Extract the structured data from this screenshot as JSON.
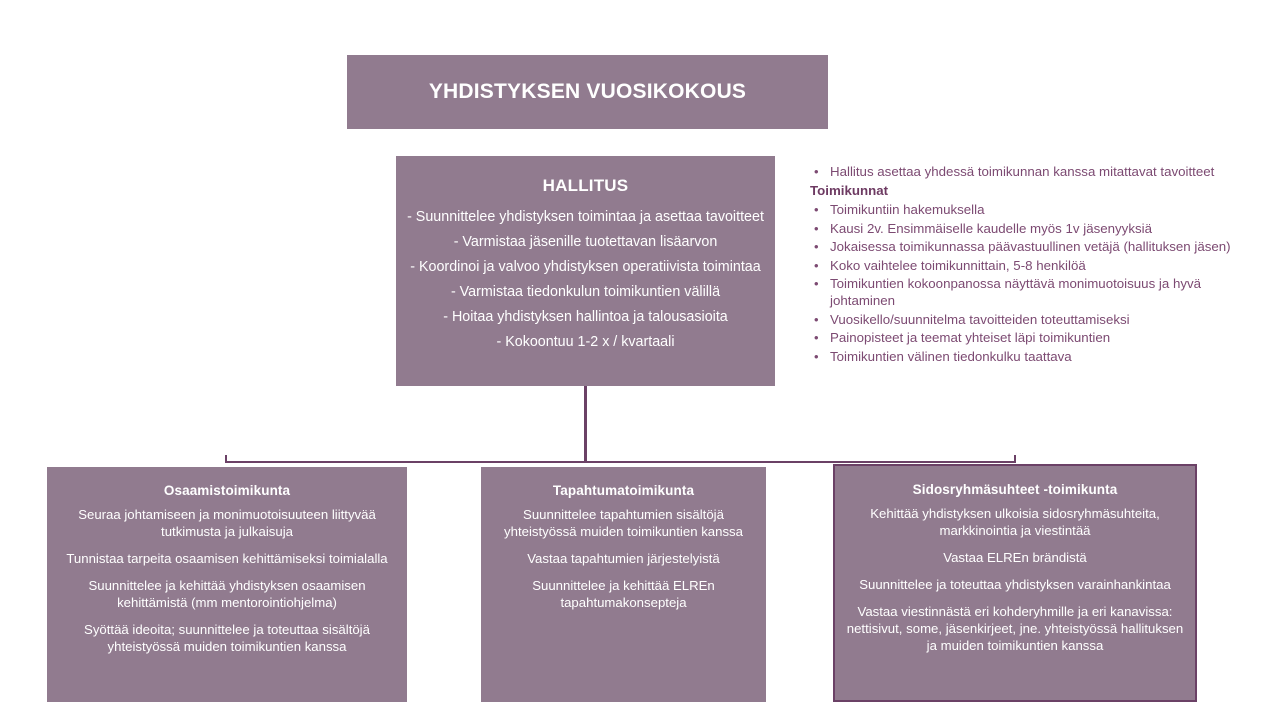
{
  "colors": {
    "box_fill": "#917b8f",
    "box_border": "#6b4166",
    "connector": "#6b4166",
    "box_text": "#ffffff",
    "note_text": "#7c4a72",
    "note_heading": "#6d3a62",
    "background": "#ffffff"
  },
  "title_box": {
    "text": "YHDISTYKSEN VUOSIKOKOUS"
  },
  "hallitus_box": {
    "heading": "HALLITUS",
    "lines": [
      "-  Suunnittelee yhdistyksen toimintaa ja asettaa tavoitteet",
      "- Varmistaa jäsenille tuotettavan lisäarvon",
      "- Koordinoi ja valvoo yhdistyksen operatiivista toimintaa",
      "- Varmistaa tiedonkulun toimikuntien välillä",
      "- Hoitaa yhdistyksen hallintoa ja talousasioita",
      "- Kokoontuu 1-2 x / kvartaali"
    ]
  },
  "notes_panel": {
    "rows": [
      {
        "type": "bullet",
        "text": "Hallitus asettaa yhdessä toimikunnan kanssa mitattavat tavoitteet"
      },
      {
        "type": "heading",
        "text": "Toimikunnat"
      },
      {
        "type": "bullet",
        "text": "Toimikuntiin hakemuksella"
      },
      {
        "type": "bullet",
        "text": "Kausi  2v. Ensimmäiselle kaudelle myös 1v jäsenyyksiä"
      },
      {
        "type": "bullet",
        "text": "Jokaisessa toimikunnassa päävastuullinen vetäjä (hallituksen jäsen)"
      },
      {
        "type": "bullet",
        "text": "Koko vaihtelee toimikunnittain, 5-8 henkilöä"
      },
      {
        "type": "bullet",
        "text": "Toimikuntien kokoonpanossa näyttävä monimuotoisuus ja hyvä johtaminen"
      },
      {
        "type": "bullet",
        "text": "Vuosikello/suunnitelma tavoitteiden toteuttamiseksi"
      },
      {
        "type": "bullet",
        "text": "Painopisteet ja teemat yhteiset läpi toimikuntien"
      },
      {
        "type": "bullet",
        "text": "Toimikuntien välinen tiedonkulku taattava"
      }
    ],
    "bullet_glyph": "•"
  },
  "committees": [
    {
      "title": "Osaamistoimikunta",
      "items": [
        "Seuraa johtamiseen ja monimuotoisuuteen liittyvää tutkimusta ja julkaisuja",
        "Tunnistaa tarpeita osaamisen kehittämiseksi toimialalla",
        "Suunnittelee ja kehittää yhdistyksen osaamisen kehittämistä (mm mentorointiohjelma)",
        "Syöttää ideoita; suunnittelee ja toteuttaa sisältöjä yhteistyössä muiden toimikuntien kanssa"
      ]
    },
    {
      "title": "Tapahtumatoimikunta",
      "items": [
        "Suunnittelee tapahtumien sisältöjä yhteistyössä muiden toimikuntien kanssa",
        "Vastaa tapahtumien järjestelyistä",
        "Suunnittelee ja kehittää ELREn tapahtumakonsepteja"
      ]
    },
    {
      "title": "Sidosryhmäsuhteet -toimikunta",
      "items": [
        "Kehittää yhdistyksen ulkoisia sidosryhmäsuhteita, markkinointia ja viestintää",
        "Vastaa ELREn brändistä",
        "Suunnittelee ja toteuttaa yhdistyksen varainhankintaa",
        "Vastaa viestinnästä eri kohderyhmille ja eri kanavissa: nettisivut, some, jäsenkirjeet,  jne. yhteistyössä hallituksen  ja muiden toimikuntien kanssa"
      ]
    }
  ]
}
